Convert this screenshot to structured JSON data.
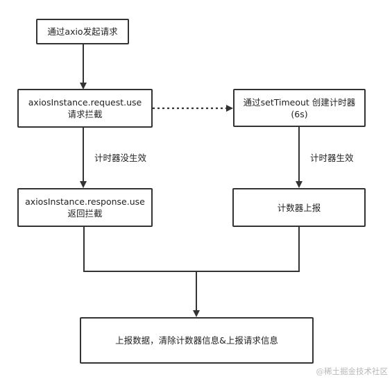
{
  "nodes": {
    "start": {
      "lines": [
        "通过axio发起请求"
      ]
    },
    "request_use": {
      "lines": [
        "axiosInstance.request.use",
        "请求拦截"
      ]
    },
    "set_timeout": {
      "lines": [
        "通过setTimeout 创建计时器",
        "(6s)"
      ]
    },
    "response_use": {
      "lines": [
        "axiosInstance.response.use",
        "返回拦截"
      ]
    },
    "report_timer": {
      "lines": [
        "计数器上报"
      ]
    },
    "final": {
      "lines": [
        "上报数据，清除计数器信息&上报请求信息"
      ]
    }
  },
  "edges": {
    "request_to_response": {
      "label": "计时器没生效"
    },
    "timeout_to_report": {
      "label": "计时器生效"
    }
  },
  "colors": {
    "stroke": "#333333",
    "text": "#1f1f1f",
    "watermark": "#b9b9b9"
  },
  "watermark": "@稀土掘金技术社区"
}
